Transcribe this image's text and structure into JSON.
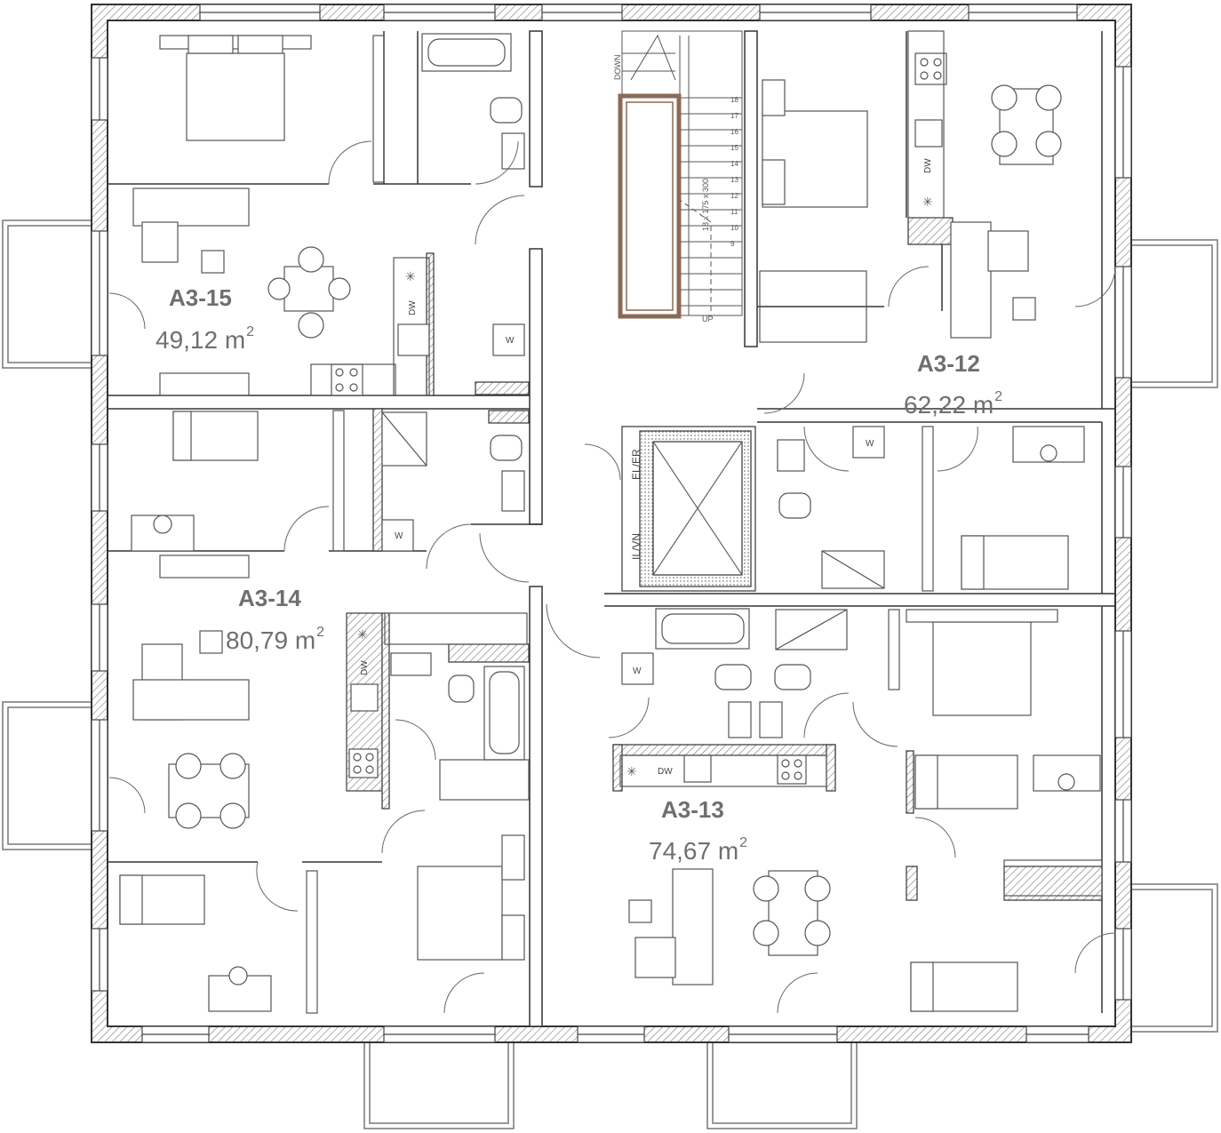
{
  "units": [
    {
      "id": "A3-15",
      "area": "49,12 m",
      "area_sup": "2"
    },
    {
      "id": "A3-14",
      "area": "80,79 m",
      "area_sup": "2"
    },
    {
      "id": "A3-12",
      "area": "62,22 m",
      "area_sup": "2"
    },
    {
      "id": "A3-13",
      "area": "74,67 m",
      "area_sup": "2"
    }
  ],
  "labels": {
    "dw": "DW",
    "w": "W",
    "down": "DOWN",
    "up": "UP",
    "el_er": "EL/ER",
    "il_vn": "IL/VN",
    "stair_dims": "18 x 175 x 300",
    "stair_dims_b": "18 x 175 x 300"
  },
  "stair_steps": [
    "18",
    "17",
    "16",
    "15",
    "14",
    "13",
    "12",
    "11",
    "10",
    "9"
  ],
  "colors": {
    "wall": "#ffffff",
    "wall_stroke": "#333333",
    "line": "#555555",
    "text": "#6f6f6f",
    "stair_highlight": "#8b6a55"
  },
  "icons": [
    "bed-icon",
    "sofa-icon",
    "dining-table-icon",
    "desk-chair-icon",
    "bathtub-icon",
    "toilet-icon",
    "sink-icon",
    "stove-icon",
    "shower-icon",
    "washer-icon",
    "dishwasher-icon",
    "fridge-icon",
    "elevator-shaft-icon",
    "staircase-icon",
    "door-swing-icon",
    "window-icon",
    "balcony-icon"
  ]
}
